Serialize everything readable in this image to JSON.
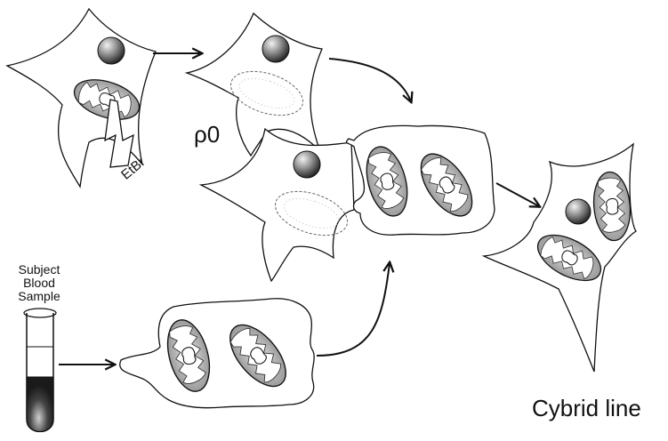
{
  "labels": {
    "rho_zero": "ρ0",
    "etbr": "EtBr",
    "sample_line1": "Subject",
    "sample_line2": "Blood",
    "sample_line3": "Sample",
    "result": "Cybrid line"
  },
  "colors": {
    "stroke": "#111111",
    "mito_fill_dark": "#8c8c8c",
    "mito_fill_light": "#d9d9d9",
    "blood_dark": "#222222"
  }
}
